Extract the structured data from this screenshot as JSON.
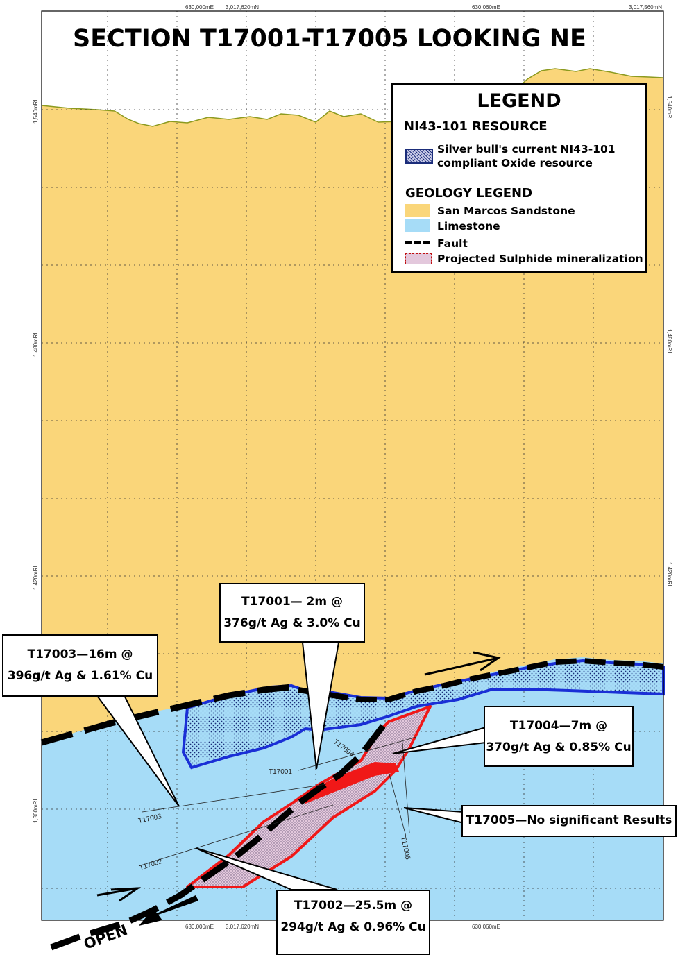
{
  "title": "SECTION T17001-T17005 LOOKING NE",
  "grid_labels": {
    "top_left_e": "630,000mE",
    "top_left_n": "3,017,620mN",
    "top_right_e": "630,060mE",
    "top_far_n": "3,017,560mN",
    "bottom_left_e": "630,000mE",
    "bottom_left_n": "3,017,620mN",
    "bottom_right_e": "630,060mE",
    "rl_1540": "1,540mRL",
    "rl_1480": "1,480mRL",
    "rl_1420": "1,420mRL",
    "rl_1360": "1,360mRL"
  },
  "legend": {
    "title": "LEGEND",
    "resource_heading": "NI43-101 RESOURCE",
    "resource_item_line1": "Silver bull's current NI43-101",
    "resource_item_line2": "compliant Oxide resource",
    "geology_heading": "GEOLOGY LEGEND",
    "sandstone": "San Marcos Sandstone",
    "limestone": "Limestone",
    "fault": "Fault",
    "sulphide": "Projected Sulphide mineralization"
  },
  "colors": {
    "sandstone": "#fad67a",
    "limestone": "#a6dcf7",
    "oxide_outline": "#1a2fd6",
    "sulphide_outline": "#f01818",
    "fault": "#000000"
  },
  "wells": {
    "t17001": "T17001",
    "t17002": "T17002",
    "t17003": "T17003",
    "t17004": "T17004",
    "t17005": "T17005"
  },
  "callouts": {
    "t17001_line1": "T17001— 2m @",
    "t17001_line2": "376g/t Ag & 3.0% Cu",
    "t17003_line1": "T17003—16m @",
    "t17003_line2": "396g/t Ag &  1.61% Cu",
    "t17004_line1": "T17004—7m @",
    "t17004_line2": "370g/t Ag & 0.85% Cu",
    "t17005_line1": "T17005—No significant Results",
    "t17002_line1": "T17002—25.5m @",
    "t17002_line2": "294g/t Ag & 0.96% Cu"
  },
  "open_label": "OPEN"
}
